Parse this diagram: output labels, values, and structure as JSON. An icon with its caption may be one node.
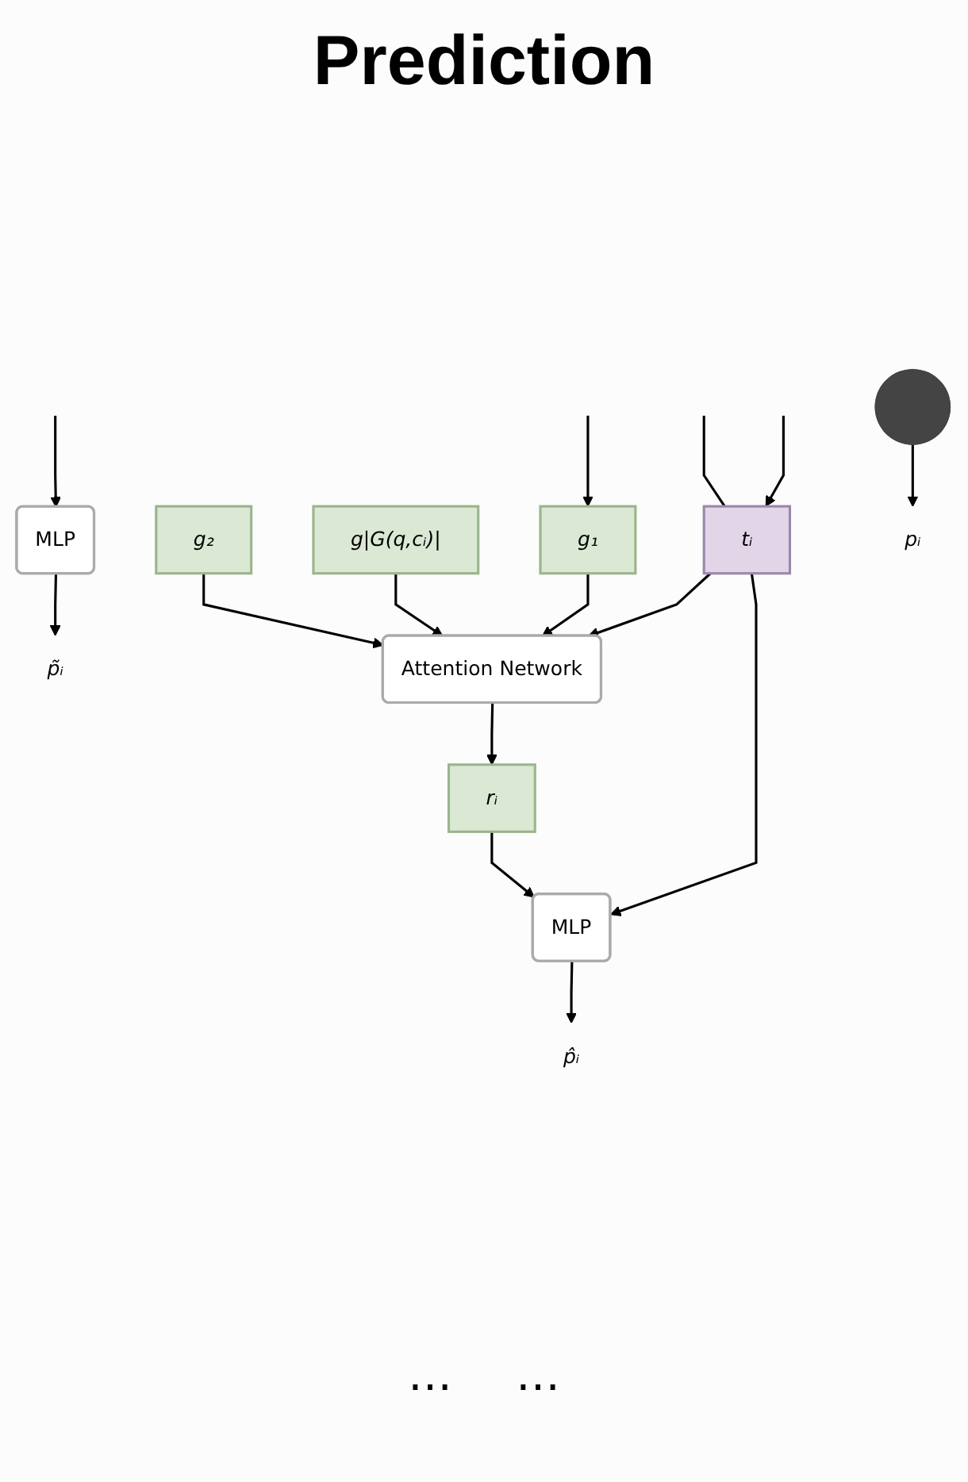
{
  "diagram": {
    "title": "Prediction",
    "nodes": [
      {
        "text": [
          "g₁"
        ]
      },
      {
        "text": [
          "g₂"
        ]
      },
      {
        "text": [
          "g|G(q,cᵢ)|"
        ]
      },
      {
        "text": [
          "tᵢ"
        ]
      },
      {
        "text": [
          "Attention Network"
        ]
      },
      {
        "text": [
          "rᵢ"
        ]
      },
      {
        "text": [
          "MLP"
        ]
      },
      {
        "text": [
          "p̂ᵢ"
        ]
      },
      {
        "text": [
          "MLP"
        ]
      },
      {
        "text": [
          "p̃ᵢ"
        ]
      },
      {
        "text": [],
        "shape": "plus"
      },
      {
        "text": [
          "pᵢ"
        ]
      }
    ],
    "edges": [
      {
        "from": null,
        "to": 0,
        "arrow": "to"
      },
      {
        "from": 0,
        "to": 4,
        "arrow": "to"
      },
      {
        "from": 1,
        "to": 4,
        "arrow": "to"
      },
      {
        "from": 2,
        "to": 4,
        "arrow": "to"
      },
      {
        "from": null,
        "to": 3,
        "arrow": "none"
      },
      {
        "from": null,
        "to": 3,
        "arrow": "to"
      },
      {
        "from": 3,
        "to": 4,
        "arrow": "to"
      },
      {
        "from": 4,
        "to": 5,
        "arrow": "to"
      },
      {
        "from": 3,
        "to": 6,
        "arrow": "to"
      },
      {
        "from": 5,
        "to": 6,
        "arrow": "to"
      },
      {
        "from": 6,
        "to": 7,
        "arrow": "to"
      },
      {
        "from": null,
        "to": 8,
        "arrow": "to"
      },
      {
        "from": 8,
        "to": 9,
        "arrow": "to"
      },
      {
        "from": 10,
        "to": 11,
        "arrow": "to"
      }
    ],
    "labels": [
      "…",
      "…"
    ]
  }
}
